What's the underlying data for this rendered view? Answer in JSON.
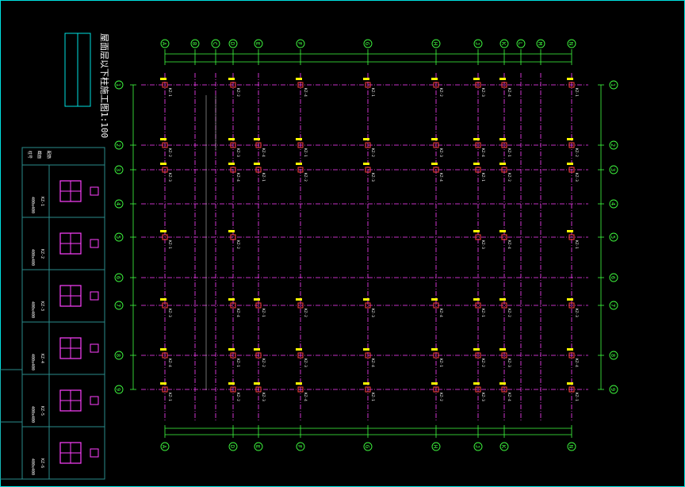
{
  "title": "屋面层以下柱施工图1:100",
  "grid_top_labels": [
    "A",
    "B",
    "C",
    "D",
    "E",
    "F",
    "G",
    "H",
    "J",
    "K",
    "L",
    "M",
    "N"
  ],
  "grid_bottom_labels": [
    "A",
    "D",
    "E",
    "F",
    "G",
    "H",
    "J",
    "K",
    "N"
  ],
  "grid_row_labels": [
    "1",
    "2",
    "3",
    "4",
    "5",
    "6",
    "7",
    "8",
    "9"
  ],
  "column_tags": [
    "KZ-1",
    "KZ-2",
    "KZ-3",
    "KZ-4"
  ],
  "column_table_headers": [
    "柱号",
    "截面",
    "配筋"
  ],
  "column_table_rows": [
    {
      "tag": "KZ-1",
      "size": "400x400"
    },
    {
      "tag": "KZ-2",
      "size": "400x400"
    },
    {
      "tag": "KZ-3",
      "size": "400x400"
    },
    {
      "tag": "KZ-4",
      "size": "400x400"
    },
    {
      "tag": "KZ-5",
      "size": "400x400"
    },
    {
      "tag": "KZ-6",
      "size": "400x400"
    }
  ],
  "colors": {
    "background": "#000000",
    "axis": "#ff40ff",
    "dimension": "#40ff40",
    "bubble": "#40ff40",
    "column": "#ff4040",
    "label": "#ffffff",
    "title": "#ffffff",
    "frame": "#00ffff"
  }
}
